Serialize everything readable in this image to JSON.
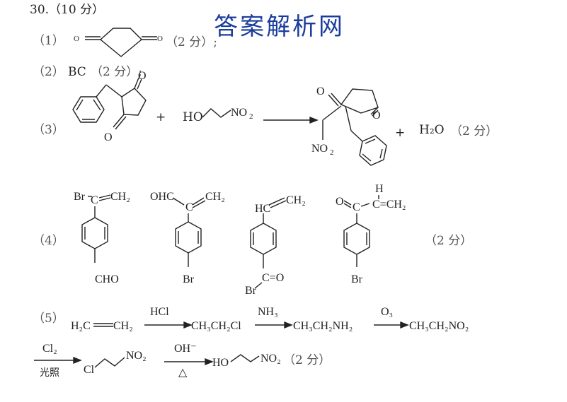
{
  "watermark": "答案解析网",
  "header": "30.（10 分）",
  "q1": {
    "label": "（1）",
    "score": "（2 分）;"
  },
  "q2": {
    "label": "（2）",
    "answer": "BC",
    "score": "（2 分）;"
  },
  "q3": {
    "label": "（3）",
    "plus1": "+",
    "reactant2": "HO",
    "no2": "NO",
    "plus2": "+",
    "water": "H₂O",
    "score": "（2 分）"
  },
  "q4": {
    "label": "（4）",
    "score": "（2 分）",
    "isomers": [
      {
        "top_left": "Br",
        "top_right": "CH₂",
        "center": "C",
        "bottom": "CHO"
      },
      {
        "top_left": "OHC",
        "top_right": "CH₂",
        "center": "C",
        "bottom": "Br"
      },
      {
        "top_left": "HC",
        "top_right": "CH₂",
        "bottom_c": "C=O",
        "bottom_br": "Br"
      },
      {
        "top_left": "O",
        "top_c": "C",
        "top_h": "H",
        "top_right": "C=CH₂",
        "bottom": "Br"
      }
    ]
  },
  "q5": {
    "label": "（5）",
    "line1": [
      "H₂C",
      "CH₂",
      "HCl",
      "CH₃CH₂Cl",
      "NH₃",
      "CH₃CH₂NH₂",
      "O₃",
      "CH₃CH₂NO₂"
    ],
    "line2": [
      "Cl₂",
      "光照",
      "Cl",
      "NO₂",
      "OH⁻",
      "△",
      "HO",
      "NO₂"
    ],
    "score": "（2 分）"
  }
}
